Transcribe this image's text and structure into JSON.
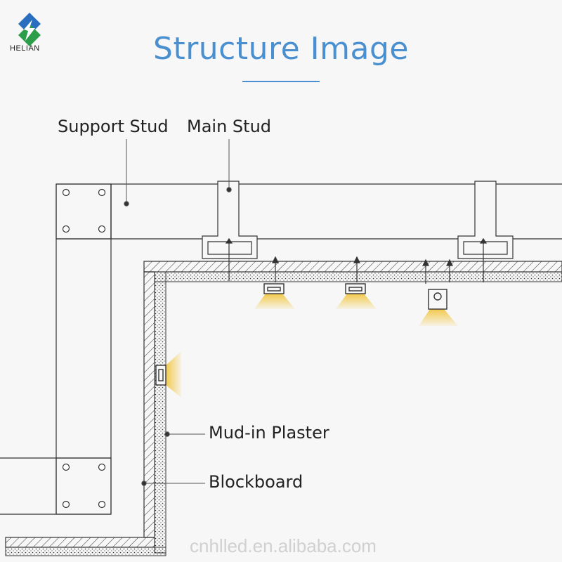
{
  "brand": {
    "name": "HELIAN",
    "colors": {
      "blue": "#2a6fbf",
      "green": "#2c9e4a"
    }
  },
  "title": "Structure Image",
  "labels": {
    "support_stud": "Support Stud",
    "main_stud": "Main Stud",
    "mud_in_plaster": "Mud-in Plaster",
    "blockboard": "Blockboard"
  },
  "watermark": "cnhlled.en.alibaba.com",
  "colors": {
    "title": "#4a90d0",
    "light": "#f4d77a",
    "line": "#333333"
  }
}
